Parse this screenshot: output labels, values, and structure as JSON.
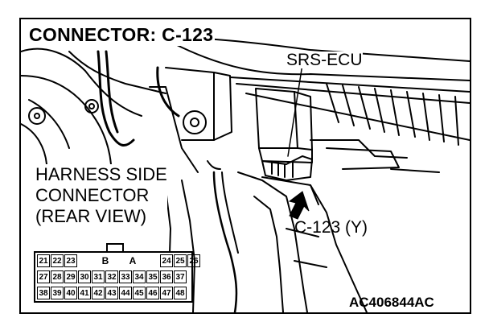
{
  "title": "CONNECTOR: C-123",
  "labels": {
    "ecu": "SRS-ECU",
    "connector": "C-123 (Y)",
    "harness_line1": "HARNESS SIDE",
    "harness_line2": "CONNECTOR",
    "harness_line3": "(REAR VIEW)"
  },
  "connector": {
    "key_b": "B",
    "key_a": "A",
    "row1_left": [
      "21",
      "22",
      "23"
    ],
    "row1_right": [
      "24",
      "25",
      "26"
    ],
    "row2": [
      "27",
      "28",
      "29",
      "30",
      "31",
      "32",
      "33",
      "34",
      "35",
      "36",
      "37"
    ],
    "row3": [
      "38",
      "39",
      "40",
      "41",
      "42",
      "43",
      "44",
      "45",
      "46",
      "47",
      "48"
    ]
  },
  "figure_code": "AC406844AC"
}
